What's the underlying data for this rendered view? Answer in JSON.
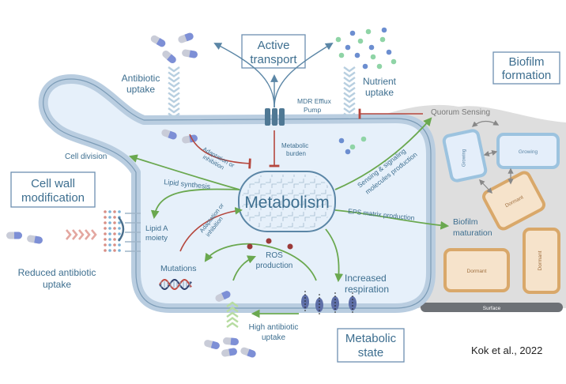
{
  "labels": {
    "active_transport": [
      "Active",
      "transport"
    ],
    "biofilm_formation": [
      "Biofilm",
      "formation"
    ],
    "cell_wall_modification": [
      "Cell wall",
      "modification"
    ],
    "metabolic_state": [
      "Metabolic",
      "state"
    ],
    "metabolism": "Metabolism",
    "antibiotic_uptake": [
      "Antibiotic",
      "uptake"
    ],
    "nutrient_uptake": [
      "Nutrient",
      "uptake"
    ],
    "mdr_efflux_pump": [
      "MDR Efflux",
      "Pump"
    ],
    "quorum_sensing": "Quorum Sensing",
    "adaptation_inhibition_top": [
      "Adaptation or",
      "inhibition"
    ],
    "metabolic_burden": [
      "Metabolic",
      "burden"
    ],
    "cell_division": "Cell division",
    "lipid_synthesis": "Lipid synthesis",
    "sensing_signaling": [
      "Sensing & signaling",
      "molecules production"
    ],
    "lipid_a_moiety": [
      "Lipid A",
      "moiety"
    ],
    "adaptation_inhibition_mid": [
      "Adaptation or",
      "inhibition"
    ],
    "eps_matrix": "EPS matrix production",
    "biofilm_maturation": [
      "Biofilm",
      "maturation"
    ],
    "reduced_antibiotic_uptake": [
      "Reduced antibiotic",
      "uptake"
    ],
    "mutations": "Mutations",
    "ros_production": [
      "ROS",
      "production"
    ],
    "increased_respiration": [
      "Increased",
      "respiration"
    ],
    "high_antibiotic_uptake": [
      "High antibiotic",
      "uptake"
    ],
    "growing_1": "Growing",
    "growing_2": "Growing",
    "dormant_1": "Dormant",
    "dormant_2": "Dormant",
    "dormant_3": "Dormant",
    "surface": "Surface",
    "citation": "Kok et al., 2022"
  },
  "colors": {
    "cell_fill": "#e6f0fa",
    "cell_stroke": "#7b9bb6",
    "text_blue": "#3d6e8f",
    "green_arrow": "#6aa84f",
    "red_arrow": "#b5473d",
    "pill_blue": "#7d8fd6",
    "pill_grey": "#c9ccd8",
    "biofilm_bg": "#dadada",
    "growing_fill": "#e4eefa",
    "dormant_fill": "#f6e3cb",
    "dormant_stroke": "#d9a86a",
    "surface_bar": "#6d7176"
  }
}
